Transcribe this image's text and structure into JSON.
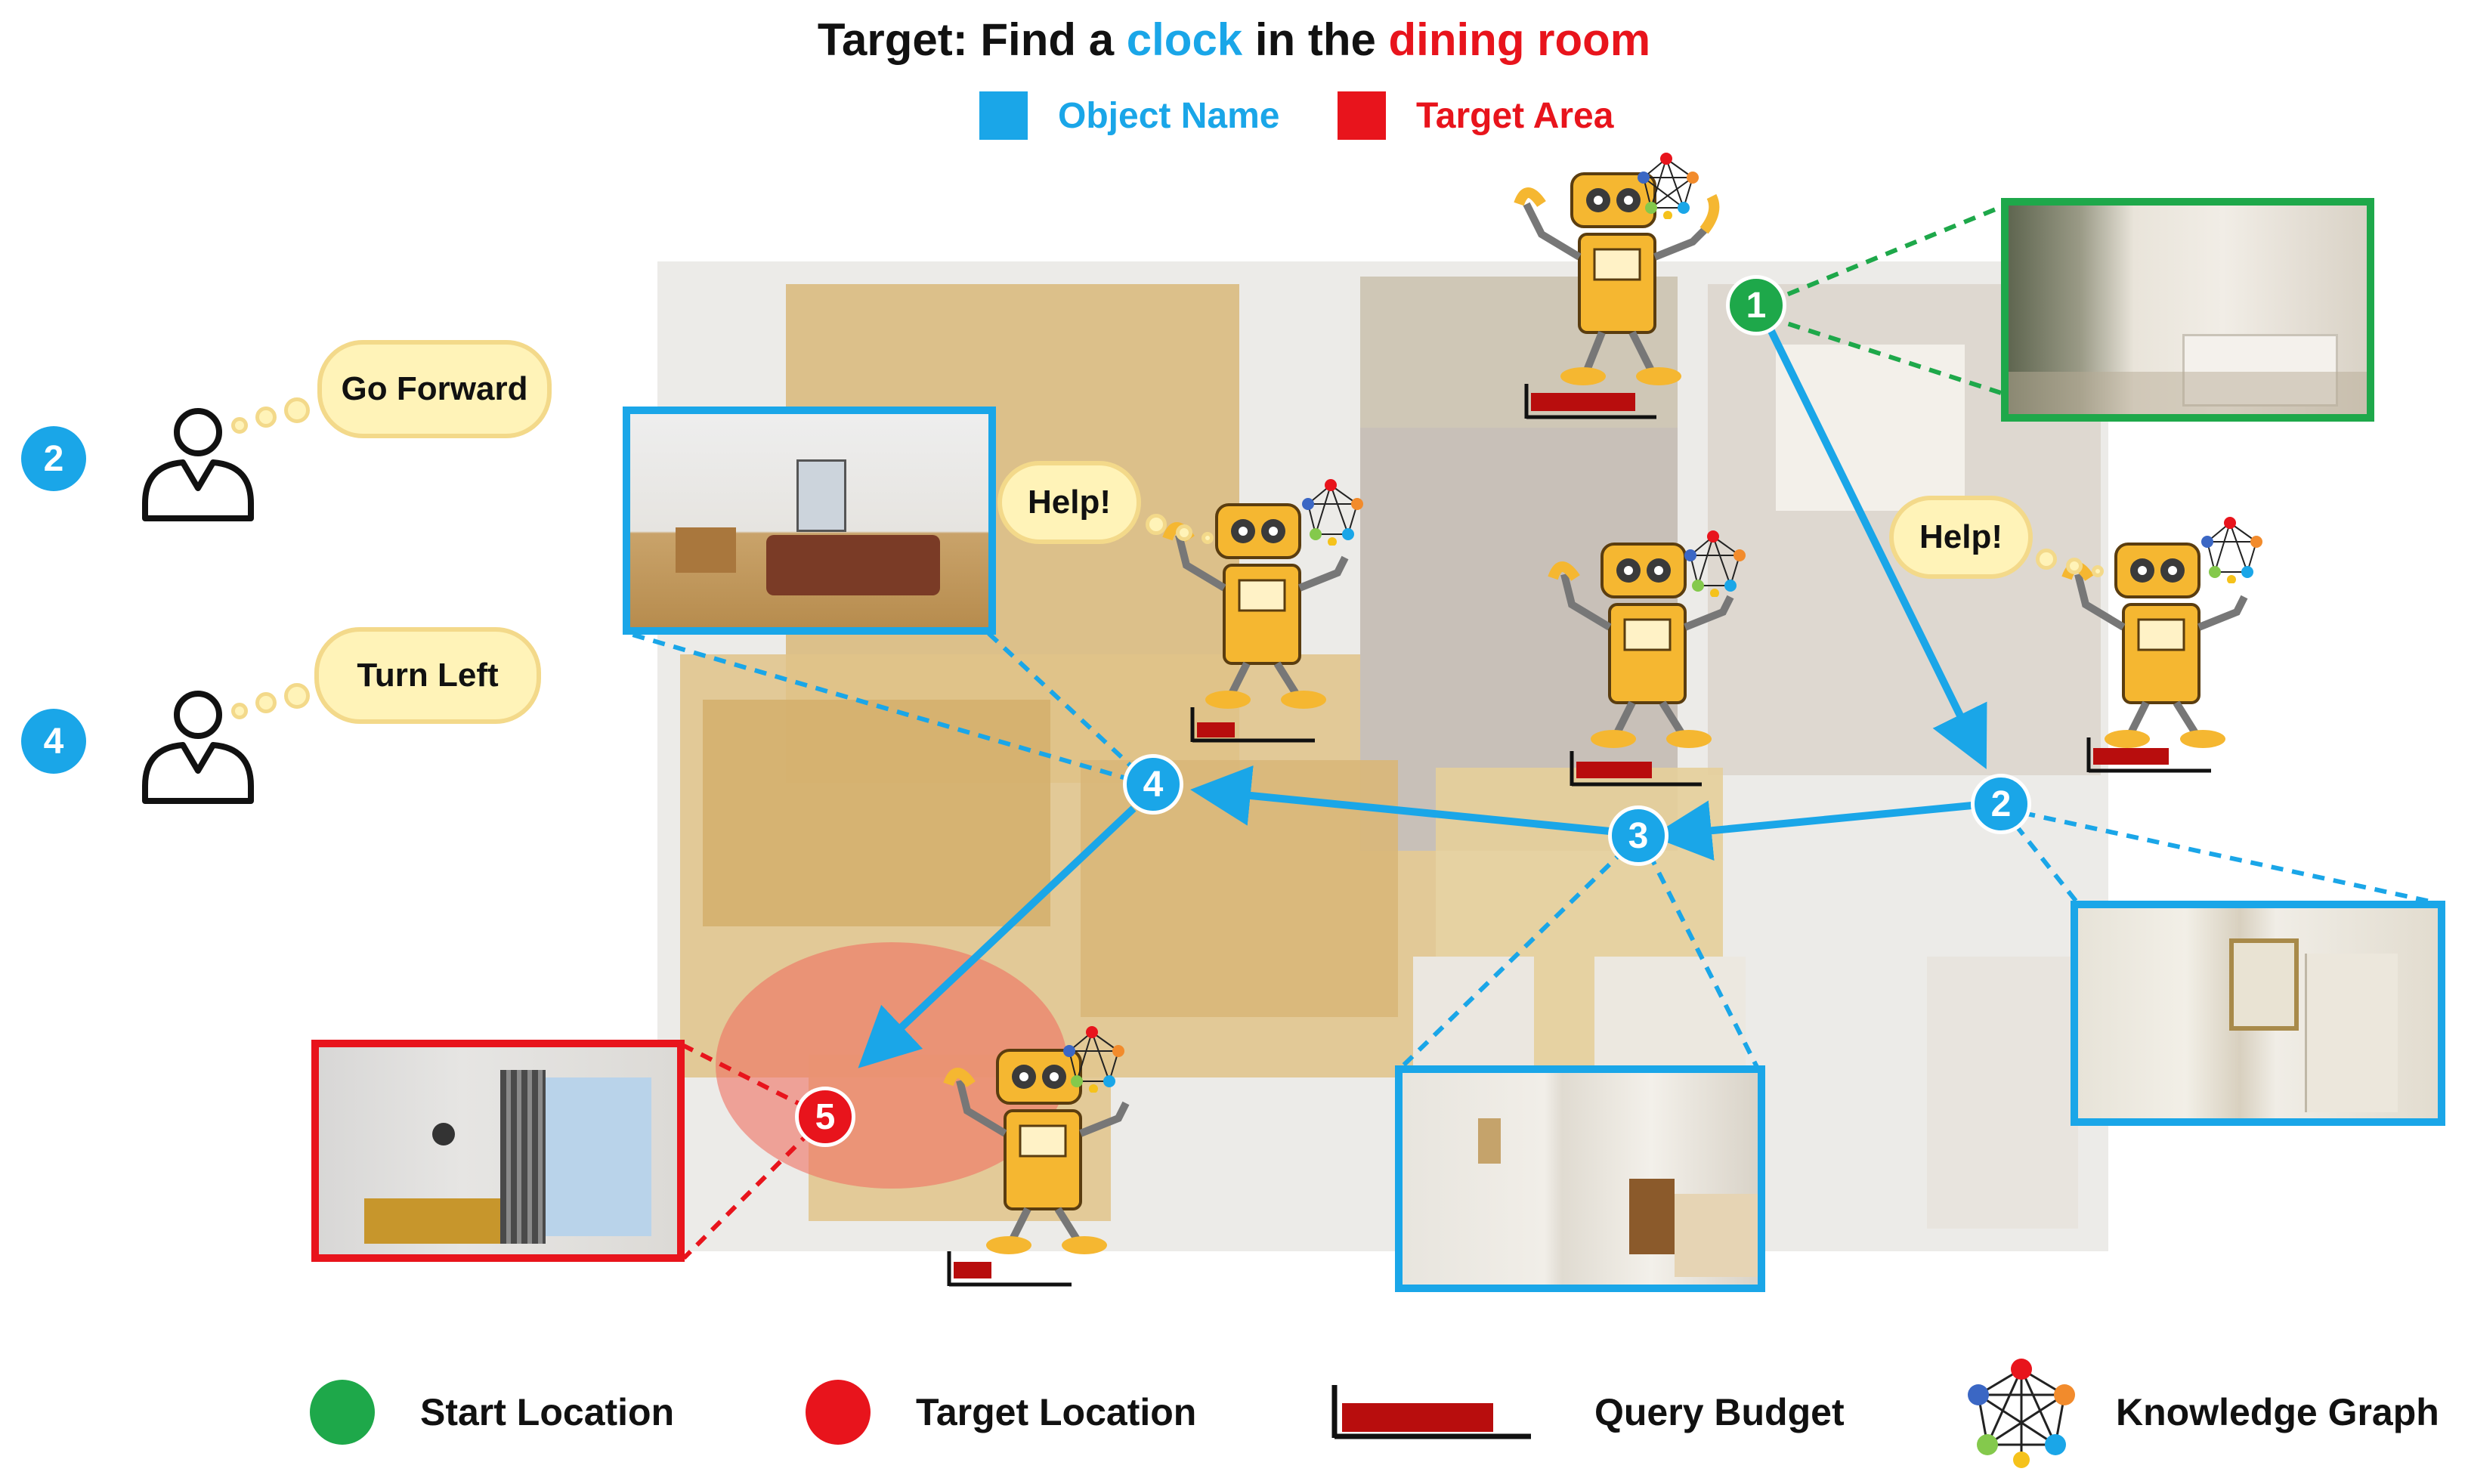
{
  "title": {
    "prefix": "Target: Find a ",
    "object": "clock",
    "middle": " in the ",
    "area": "dining room"
  },
  "legend_top": {
    "object_label": "Object Name",
    "area_label": "Target Area"
  },
  "colors": {
    "blue": "#1aa6e8",
    "red": "#e8141c",
    "green": "#1ea84a",
    "dark_red": "#b80d0d"
  },
  "side_instructions": [
    {
      "step": "2",
      "text": "Go Forward"
    },
    {
      "step": "4",
      "text": "Turn Left"
    }
  ],
  "help_bubbles": [
    "Help!",
    "Help!"
  ],
  "path_nodes": [
    "1",
    "2",
    "3",
    "4",
    "5"
  ],
  "legend_bottom": {
    "start": "Start Location",
    "target": "Target Location",
    "budget": "Query Budget",
    "kg": "Knowledge Graph"
  },
  "icons": {
    "person": "person-icon",
    "robot": "robot-icon",
    "knowledge_graph": "knowledge-graph-icon"
  }
}
